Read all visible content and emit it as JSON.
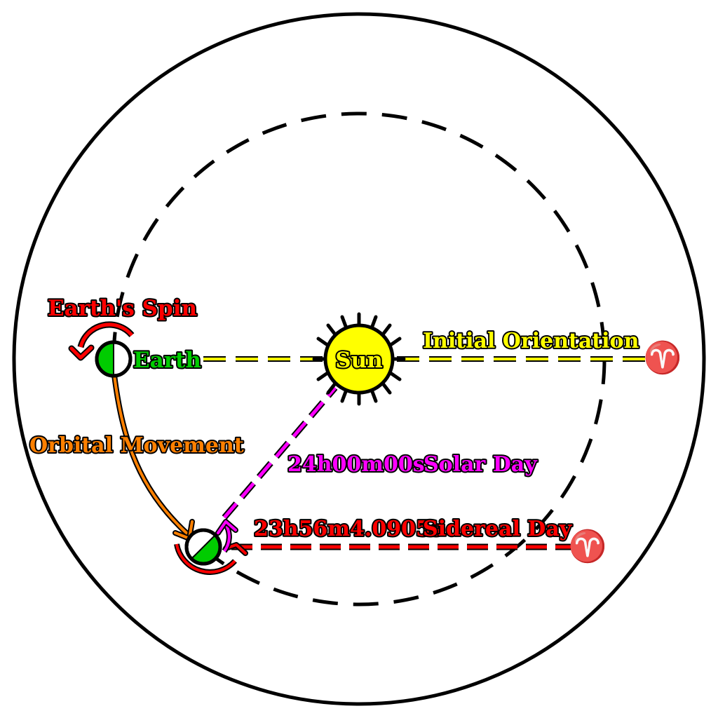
{
  "labels": {
    "earths_spin": "Earth's Spin",
    "earth": "Earth",
    "sun": "Sun",
    "initial_orientation": "Initial Orientation",
    "orbital_movement": "Orbital Movement",
    "solar_time": "24h00m00s",
    "solar_day": "Solar Day",
    "sidereal_time": "23h56m4.0905s",
    "sidereal_day": "Sidereal Day",
    "aries_symbol_top": "♈",
    "aries_symbol_bottom": "♈"
  },
  "colors": {
    "earths_spin": "#ff0000",
    "earth_green": "#00cc00",
    "sun_yellow": "#ffff00",
    "orbital_orange": "#ff8000",
    "solar_magenta": "#ff00ff",
    "sidereal_red": "#ff0000"
  }
}
